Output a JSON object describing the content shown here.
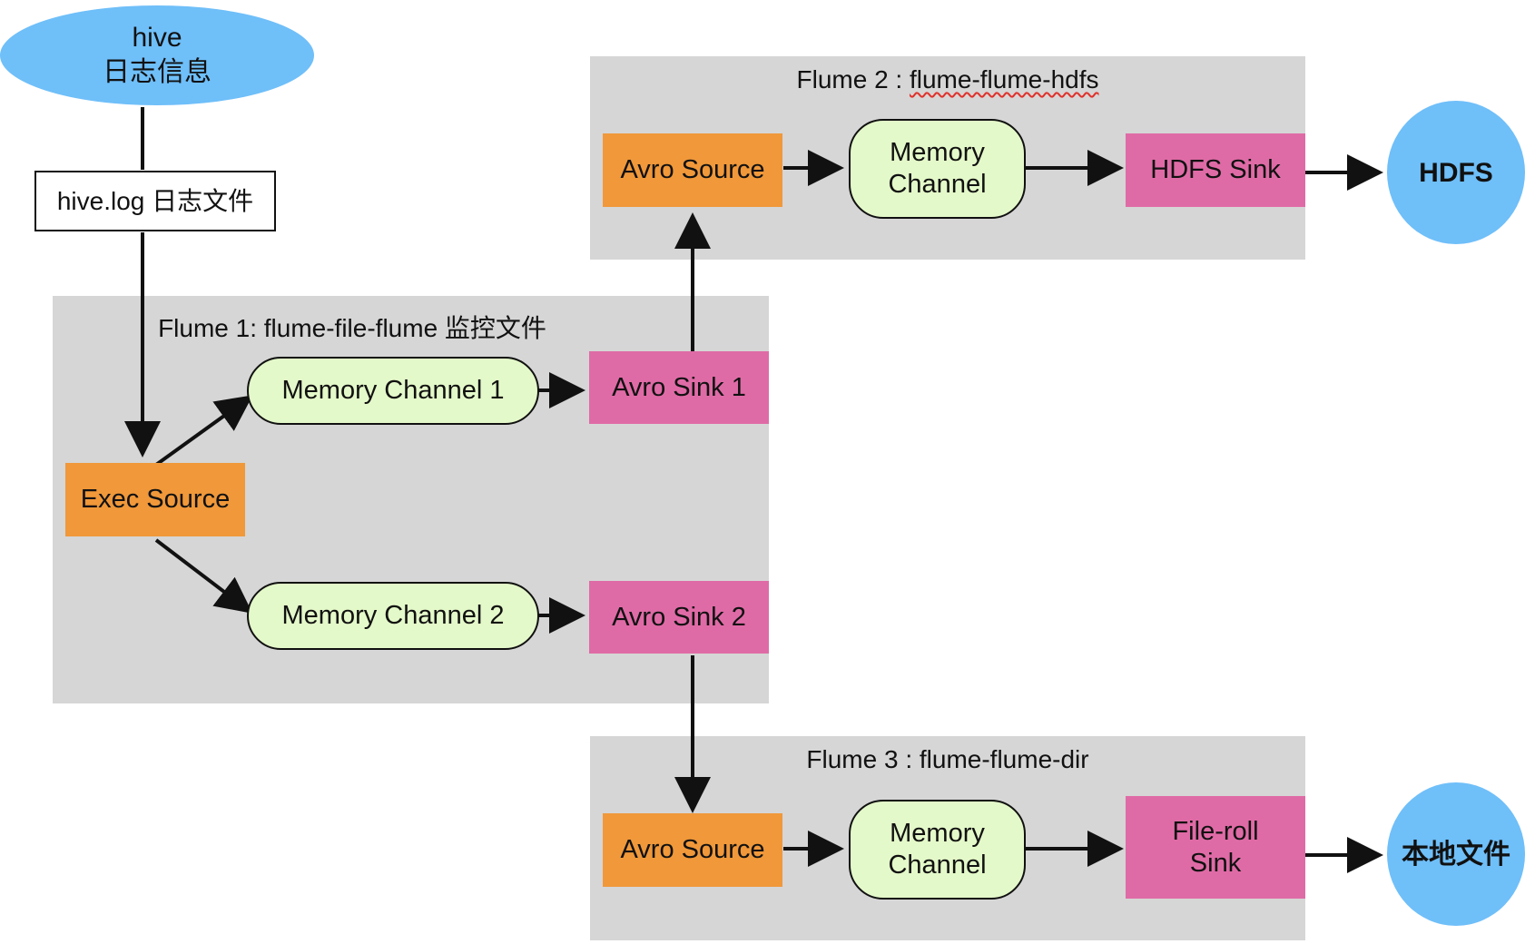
{
  "source_node": {
    "line1": "hive",
    "line2": "日志信息"
  },
  "log_file": {
    "label": "hive.log 日志文件"
  },
  "flume1": {
    "title": "Flume 1: flume-file-flume 监控文件",
    "exec_source": "Exec Source",
    "channel1": "Memory Channel 1",
    "channel2": "Memory Channel 2",
    "sink1": "Avro Sink 1",
    "sink2": "Avro Sink 2"
  },
  "flume2": {
    "title_prefix": "Flume 2 : ",
    "title_name": "flume-flume-hdfs",
    "source": "Avro Source",
    "channel_line1": "Memory",
    "channel_line2": "Channel",
    "sink": "HDFS Sink"
  },
  "flume3": {
    "title": "Flume 3 : flume-flume-dir",
    "source": "Avro Source",
    "channel_line1": "Memory",
    "channel_line2": "Channel",
    "sink_line1": "File-roll",
    "sink_line2": "Sink"
  },
  "targets": {
    "hdfs": "HDFS",
    "local": "本地文件"
  },
  "colors": {
    "source": "#f0983a",
    "sink": "#df6ba6",
    "channel": "#e4f9c9",
    "endpoint": "#6fbff9",
    "group": "#d6d6d6"
  }
}
